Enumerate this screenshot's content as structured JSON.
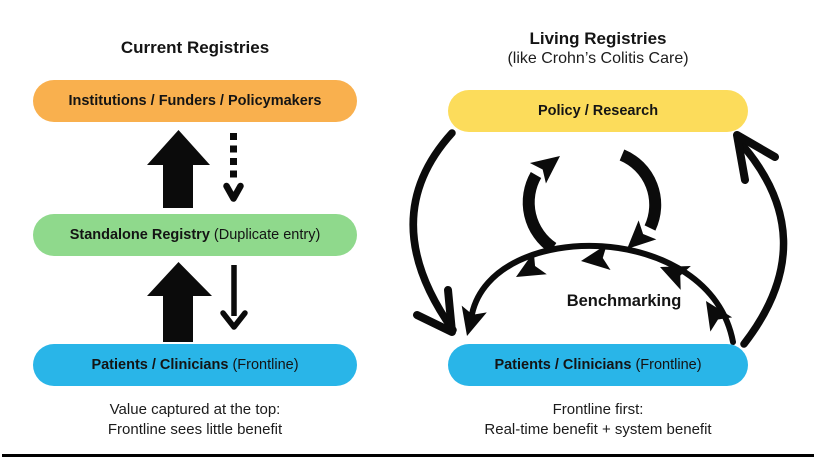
{
  "left_panel": {
    "title": "Current Registries",
    "boxes": {
      "top": {
        "label_bold": "Institutions / Funders / Policymakers",
        "color": "#F9B04E"
      },
      "middle": {
        "label_bold": "Standalone Registry",
        "label_light": " (Duplicate entry)",
        "color": "#8FD98C"
      },
      "bottom": {
        "label_bold": "Patients / Clinicians",
        "label_light": " (Frontline)",
        "color": "#29B5E8"
      }
    },
    "caption_line1": "Value captured at the top:",
    "caption_line2": "Frontline sees little benefit"
  },
  "right_panel": {
    "title": "Living Registries",
    "subtitle": "(like Crohn’s Colitis Care)",
    "boxes": {
      "top": {
        "label_bold": "Policy / Research",
        "color": "#FCDC5B"
      },
      "bottom": {
        "label_bold": "Patients / Clinicians",
        "label_light": " (Frontline)",
        "color": "#29B5E8"
      }
    },
    "cycle_label": "Benchmarking",
    "caption_line1": "Frontline first:",
    "caption_line2": "Real-time benefit + system benefit"
  },
  "colors": {
    "institutions_orange": "#F9B04E",
    "registry_green": "#8FD98C",
    "frontline_blue": "#29B5E8",
    "policy_yellow": "#FCDC5B",
    "arrow_ink": "#0B0B0B"
  }
}
